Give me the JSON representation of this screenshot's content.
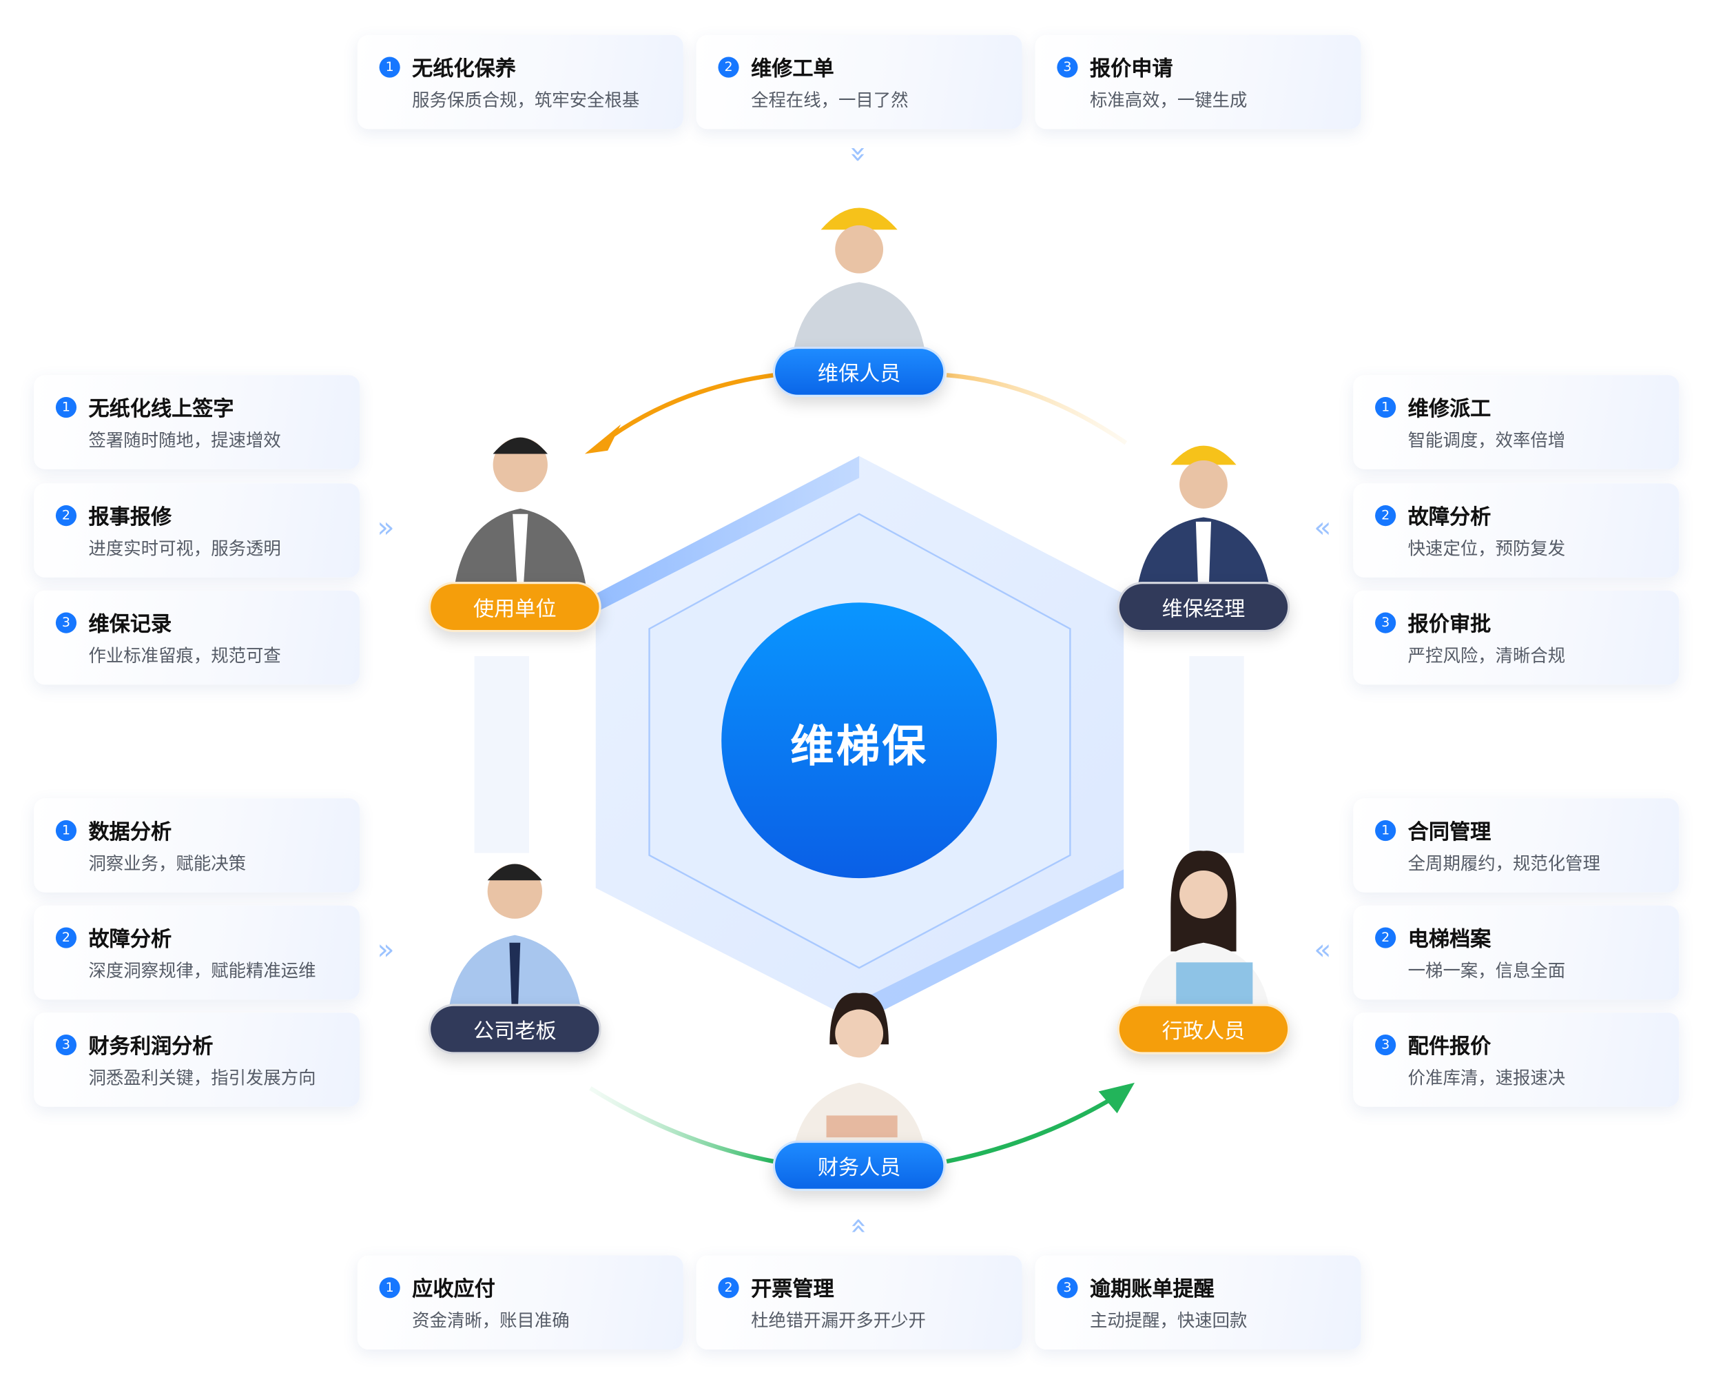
{
  "center": {
    "title": "维梯保"
  },
  "roles": {
    "maintainer": "维保人员",
    "client": "使用单位",
    "manager": "维保经理",
    "boss": "公司老板",
    "admin": "行政人员",
    "finance": "财务人员"
  },
  "colors": {
    "blue": "#1677ff",
    "orange": "#f59e0b",
    "navy": "#313a5a",
    "green": "#22b45a"
  },
  "top_cards": [
    {
      "num": "1",
      "title": "无纸化保养",
      "desc": "服务保质合规，筑牢安全根基"
    },
    {
      "num": "2",
      "title": "维修工单",
      "desc": "全程在线，一目了然"
    },
    {
      "num": "3",
      "title": "报价申请",
      "desc": "标准高效，一键生成"
    }
  ],
  "left_top_cards": [
    {
      "num": "1",
      "title": "无纸化线上签字",
      "desc": "签署随时随地，提速增效"
    },
    {
      "num": "2",
      "title": "报事报修",
      "desc": "进度实时可视，服务透明"
    },
    {
      "num": "3",
      "title": "维保记录",
      "desc": "作业标准留痕，规范可查"
    }
  ],
  "left_bottom_cards": [
    {
      "num": "1",
      "title": "数据分析",
      "desc": "洞察业务，赋能决策"
    },
    {
      "num": "2",
      "title": "故障分析",
      "desc": "深度洞察规律，赋能精准运维"
    },
    {
      "num": "3",
      "title": "财务利润分析",
      "desc": "洞悉盈利关键，指引发展方向"
    }
  ],
  "right_top_cards": [
    {
      "num": "1",
      "title": "维修派工",
      "desc": "智能调度，效率倍增"
    },
    {
      "num": "2",
      "title": "故障分析",
      "desc": "快速定位，预防复发"
    },
    {
      "num": "3",
      "title": "报价审批",
      "desc": "严控风险，清晰合规"
    }
  ],
  "right_bottom_cards": [
    {
      "num": "1",
      "title": "合同管理",
      "desc": "全周期履约，规范化管理"
    },
    {
      "num": "2",
      "title": "电梯档案",
      "desc": "一梯一案，信息全面"
    },
    {
      "num": "3",
      "title": "配件报价",
      "desc": "价准库清，速报速决"
    }
  ],
  "bottom_cards": [
    {
      "num": "1",
      "title": "应收应付",
      "desc": "资金清晰，账目准确"
    },
    {
      "num": "2",
      "title": "开票管理",
      "desc": "杜绝错开漏开多开少开"
    },
    {
      "num": "3",
      "title": "逾期账单提醒",
      "desc": "主动提醒，快速回款"
    }
  ]
}
